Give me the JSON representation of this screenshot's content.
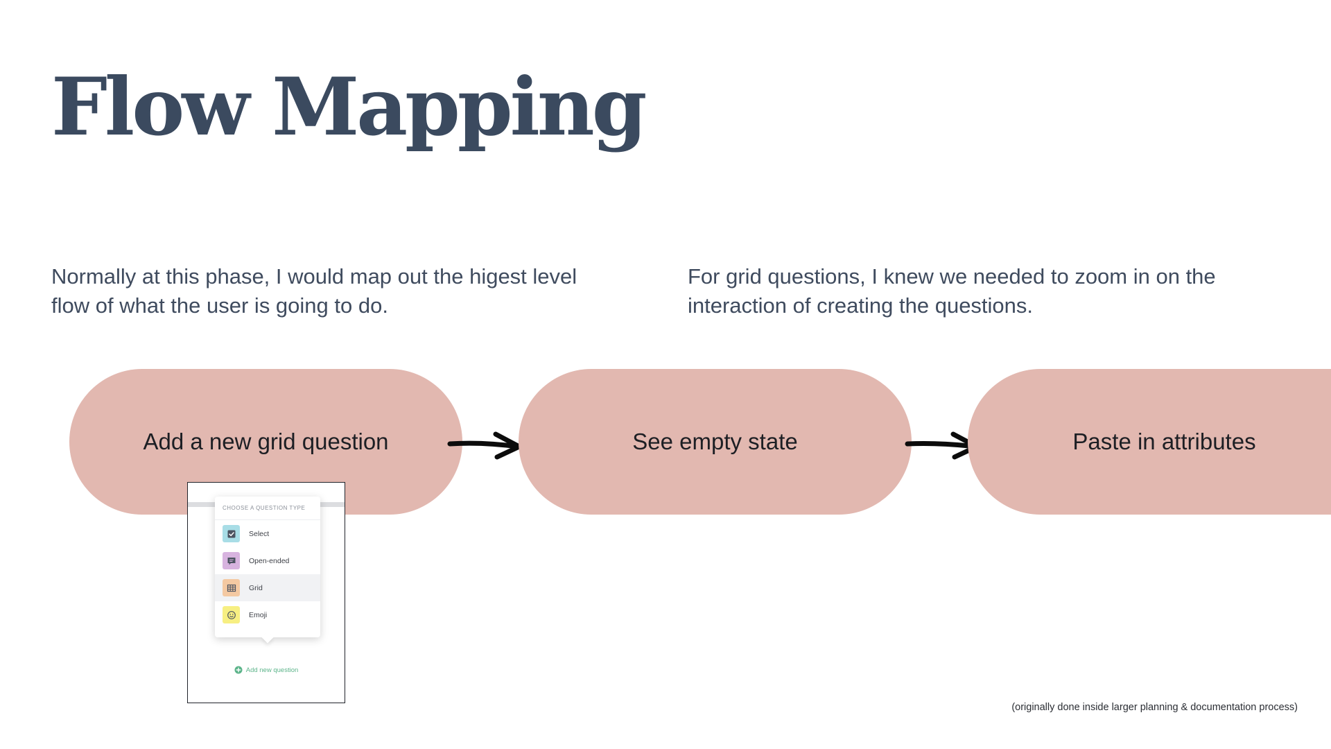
{
  "title": "Flow Mapping",
  "intro": {
    "left": "Normally at this phase, I would map out the higest level flow of what the user is going to do.",
    "right": "For grid questions, I knew we needed to zoom in on the interaction of creating the questions."
  },
  "flow": {
    "steps": [
      "Add a new grid question",
      "See empty state",
      "Paste in attributes"
    ]
  },
  "inset": {
    "header": "CHOOSE A QUESTION TYPE",
    "items": [
      {
        "label": "Select",
        "icon": "checkbox-icon",
        "color": "#a8dde6"
      },
      {
        "label": "Open-ended",
        "icon": "chat-bubble-icon",
        "color": "#d7b3df"
      },
      {
        "label": "Grid",
        "icon": "grid-icon",
        "color": "#f4c9a2"
      },
      {
        "label": "Emoji",
        "icon": "smiley-icon",
        "color": "#f7ef82"
      }
    ],
    "add_label": "Add new question"
  },
  "footnote": "(originally done inside larger planning & documentation process)",
  "colors": {
    "pill": "#e2b8b0",
    "title": "#3b4a5f",
    "body_text": "#3f4b5e",
    "accent_green": "#5cb48a"
  }
}
